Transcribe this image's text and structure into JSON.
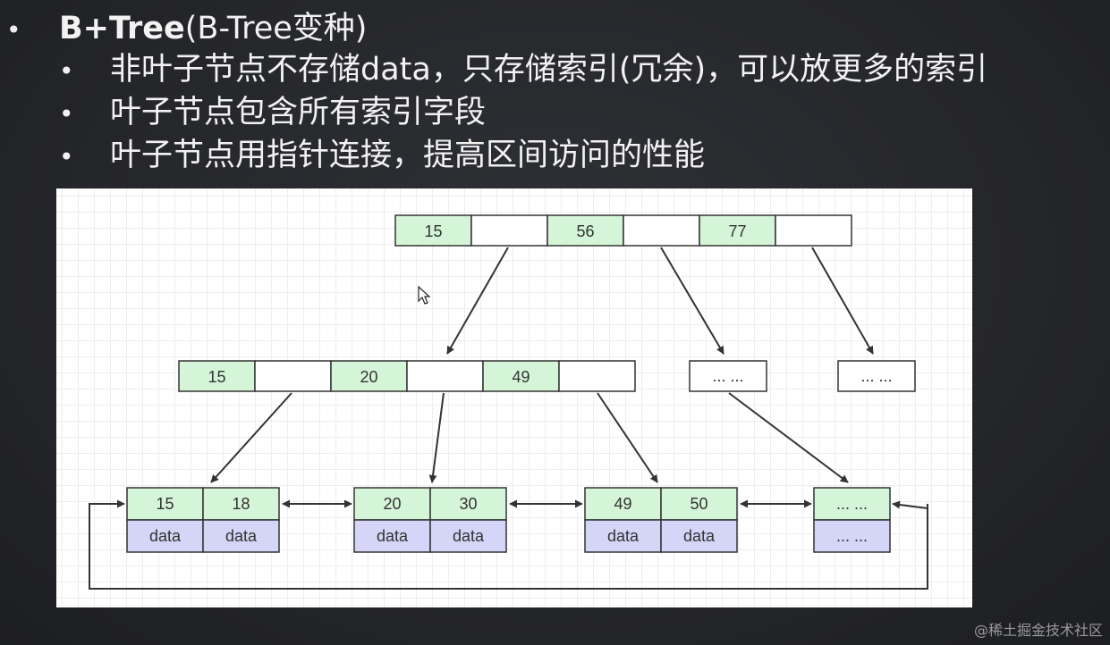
{
  "title": {
    "bold": "B+Tree",
    "rest": "(B-Tree变种)"
  },
  "bullets": [
    "非叶子节点不存储data，只存储索引(冗余)，可以放更多的索引",
    "叶子节点包含所有索引字段",
    "叶子节点用指针连接，提高区间访问的性能"
  ],
  "bullet_char": "•",
  "colors": {
    "key_fill": "#d5f5d8",
    "data_fill": "#d4d5f7",
    "empty_fill": "#ffffff",
    "stroke": "#333333"
  },
  "diagram": {
    "root": [
      "15",
      "",
      "56",
      "",
      "77",
      ""
    ],
    "internal": [
      "15",
      "",
      "20",
      "",
      "49",
      ""
    ],
    "ellipsis_node_1": "... ...",
    "ellipsis_node_2": "... ...",
    "leaves": [
      {
        "keys": [
          "15",
          "18"
        ],
        "data": [
          "data",
          "data"
        ]
      },
      {
        "keys": [
          "20",
          "30"
        ],
        "data": [
          "data",
          "data"
        ]
      },
      {
        "keys": [
          "49",
          "50"
        ],
        "data": [
          "data",
          "data"
        ]
      },
      {
        "keys": [
          "... ..."
        ],
        "data": [
          "... ..."
        ]
      }
    ]
  },
  "watermark": "@稀土掘金技术社区"
}
